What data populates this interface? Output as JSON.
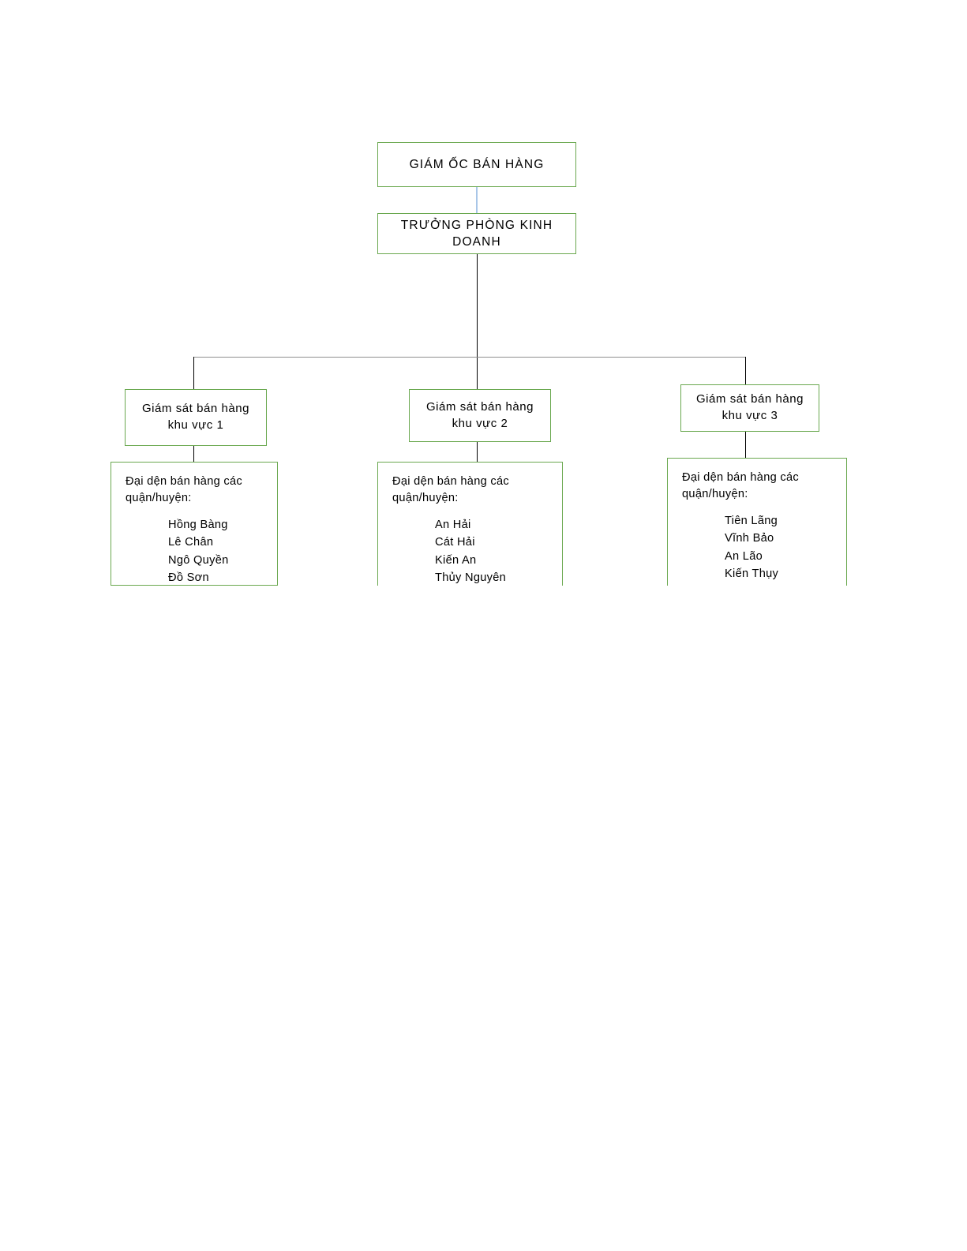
{
  "diagram": {
    "title": "So do to chuc phong ban hang",
    "border_color": "#6aa84f",
    "connector_color": "#000000",
    "top_connector_color": "#a9c6e8",
    "background": "#ffffff"
  },
  "nodes": {
    "director": {
      "label": "GIÁM ỐC BÁN HÀNG"
    },
    "sales_manager": {
      "line1": "TRƯỞNG PHÒNG KINH",
      "line2": "DOANH"
    },
    "supervisors": [
      {
        "line1": "Giám sát bán hàng",
        "line2": "khu vực 1"
      },
      {
        "line1": "Giám sát bán hàng",
        "line2": "khu vực 2"
      },
      {
        "line1": "Giám sát bán hàng",
        "line2": "khu vực 3"
      }
    ],
    "districts": [
      {
        "heading_line1": "Đại dện bán hàng các",
        "heading_line2": "quận/huyện:",
        "items": [
          "Hồng Bàng",
          "Lê Chân",
          "Ngô Quyền",
          "Đồ Sơn"
        ]
      },
      {
        "heading_line1": "Đại dện bán hàng các",
        "heading_line2": "quận/huyện:",
        "items": [
          "An Hải",
          "Cát Hải",
          "Kiến An",
          "Thủy Nguyên"
        ]
      },
      {
        "heading_line1": "Đại dện bán hàng các",
        "heading_line2": "quận/huyện:",
        "items": [
          "Tiên Lãng",
          "Vĩnh Bảo",
          "An Lão",
          "Kiến Thụy"
        ]
      }
    ]
  }
}
